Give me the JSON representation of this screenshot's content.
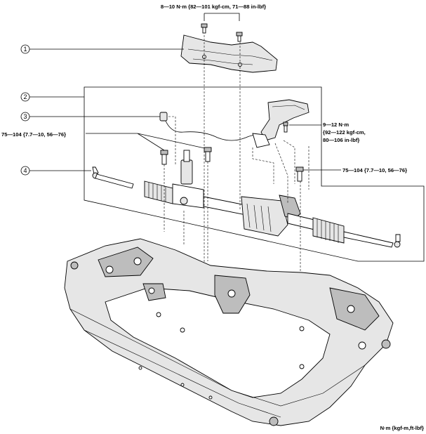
{
  "torque_labels": {
    "top": "8—10 N·m {82—101 kgf-cm, 71—88 in-lbf}",
    "right_line1": "9—12 N·m",
    "right_line2": "{92—122 kgf-cm,",
    "right_line3": "80—106 in-lbf}",
    "left": "75—104 {7.7—10, 56—76}",
    "right_lower": "75—104 {7.7—10, 56—76}"
  },
  "callouts": [
    {
      "number": "1"
    },
    {
      "number": "2"
    },
    {
      "number": "3"
    },
    {
      "number": "4"
    }
  ],
  "units_note": "N·m {kgf-m,ft-lbf}"
}
